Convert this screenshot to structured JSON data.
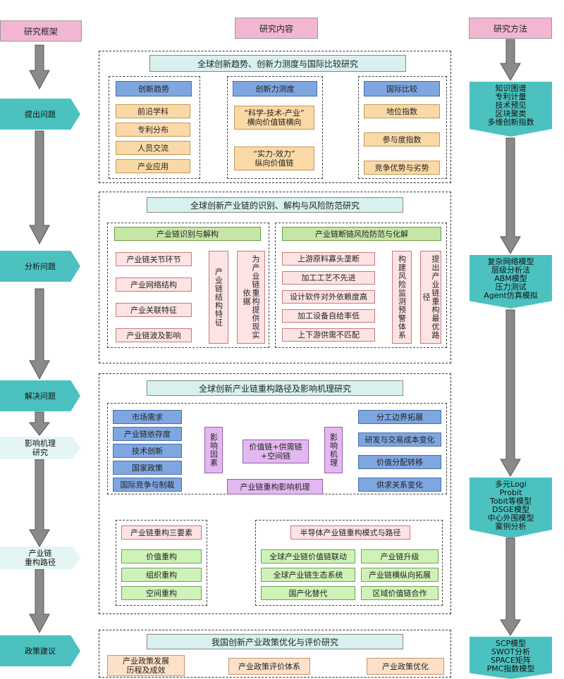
{
  "headers": {
    "framework": "研究框架",
    "content": "研究内容",
    "method": "研究方法"
  },
  "stages": {
    "s1": "提出问题",
    "s2": "分析问题",
    "s3": "解决问题",
    "s4": [
      "影响机理",
      "研究"
    ],
    "s5": [
      "产业链",
      "重构路径"
    ],
    "s6": "政策建议"
  },
  "methods": {
    "m1": [
      "知识图谱",
      "专利计量",
      "技术预见",
      "区块聚类",
      "多维创新指数"
    ],
    "m2": [
      "复杂网络模型",
      "层级分析法",
      "ABM模型",
      "压力测试",
      "Agent仿真模拟"
    ],
    "m3": [
      "多元Logi",
      "Probit",
      "Tobit等模型",
      "DSGE模型",
      "中心外围模型",
      "案例分析"
    ],
    "m4": [
      "SCP模型",
      "SWOT分析",
      "SPACE矩阵",
      "PMC指数模型"
    ]
  },
  "sec1": {
    "title": "全球创新趋势、创新力测度与国际比较研究",
    "trend": {
      "head": "创新趋势",
      "items": [
        "前沿学科",
        "专利分布",
        "人员交流",
        "产业应用"
      ]
    },
    "measure": {
      "head": "创新力测度",
      "a": [
        "“科学-技术-产业”",
        "横向价值链横向"
      ],
      "b": [
        "“实力-效力”",
        "纵向价值链"
      ]
    },
    "compare": {
      "head": "国际比较",
      "items": [
        "地位指数",
        "参与度指数",
        "竞争优势与劣势"
      ]
    }
  },
  "sec2": {
    "title": "全球创新产业链的识别、解构与风险防范研究",
    "left": {
      "head": "产业链识别与解构",
      "items": [
        "产业链关节环节",
        "产业网络结构",
        "产业关联特征",
        "产业链波及影响"
      ],
      "v1": "产业链结构特征",
      "v2": "为产业链重构提供现实依据"
    },
    "right": {
      "head": "产业链断链风险防范与化解",
      "items": [
        "上游原料寡头垄断",
        "加工工艺不先进",
        "设计软件对外依赖度高",
        "加工设备自给率低",
        "上下游供需不匹配"
      ],
      "v1": "构建风险监测预警体系",
      "v2": "提出产业链重构最优路径"
    }
  },
  "sec3": {
    "title": "全球创新产业链重构路径及影响机理研究",
    "factors": [
      "市场需求",
      "产业链依存度",
      "技术创新",
      "国家政策",
      "国际竞争与制裁"
    ],
    "factor_label": "影响因素",
    "center": [
      "价值链+供需链",
      "+空间链"
    ],
    "mech_label": "影响机理",
    "mechs": [
      "分工边界拓展",
      "研发与交易成本变化",
      "价值分配转移",
      "供求关系变化"
    ],
    "result": "产业链重构影响机理",
    "elements": {
      "head": "产业链重构三要素",
      "items": [
        "价值重构",
        "组织重构",
        "空间重构"
      ]
    },
    "modes": {
      "head": "半导体产业链重构模式与路径",
      "items": [
        "全球产业链价值链联动",
        "产业链升级",
        "全球产业链生态系统",
        "产业链横纵向拓展",
        "国产化替代",
        "区域价值链合作"
      ]
    }
  },
  "sec4": {
    "title": "我国创新产业政策优化与评价研究",
    "items": [
      [
        "产业政策发展",
        "历程及成效"
      ],
      "产业政策评价体系",
      "产业政策优化"
    ]
  }
}
